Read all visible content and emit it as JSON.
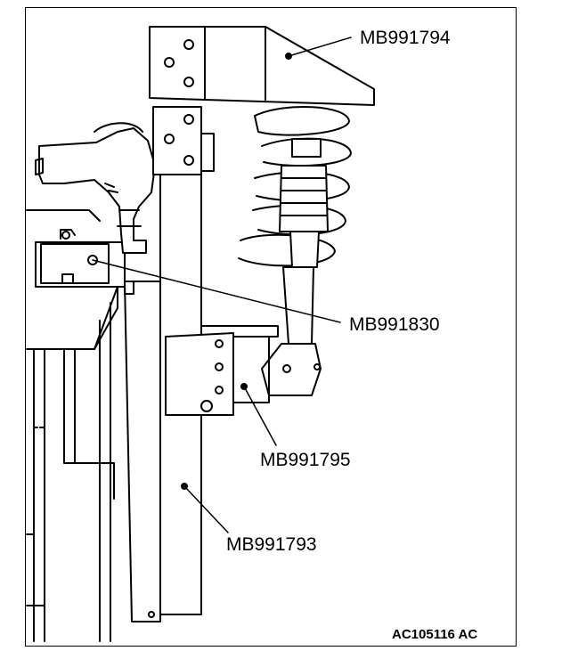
{
  "callouts": {
    "upper_bracket": "MB991794",
    "adapter": "MB991830",
    "lower_bracket": "MB991795",
    "main_frame": "MB991793"
  },
  "figure_code": "AC105116",
  "figure_suffix": "AC"
}
